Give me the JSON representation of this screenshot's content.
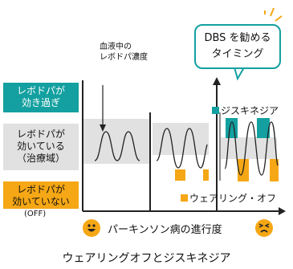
{
  "bands": {
    "over": "レボドパが\n効き過ぎ",
    "therapeutic": "レボドパが\n効いている\n（治療域）",
    "low": "レボドパが\n効いていない",
    "off_note": "(OFF)"
  },
  "annotation": "血液中の\nレボドパ濃度",
  "callout": "DBS を勧める\nタイミング",
  "legend": {
    "dyskinesia": "ジスキネジア",
    "wearing_off": "ウェアリング・オフ"
  },
  "x_axis_label": "パーキンソン病の進行度",
  "caption": "ウェアリングオフとジスキネジア",
  "colors": {
    "teal": "#14a0a0",
    "orange": "#f5a715",
    "gray_band": "#e1e1e1",
    "axis": "#222222"
  }
}
